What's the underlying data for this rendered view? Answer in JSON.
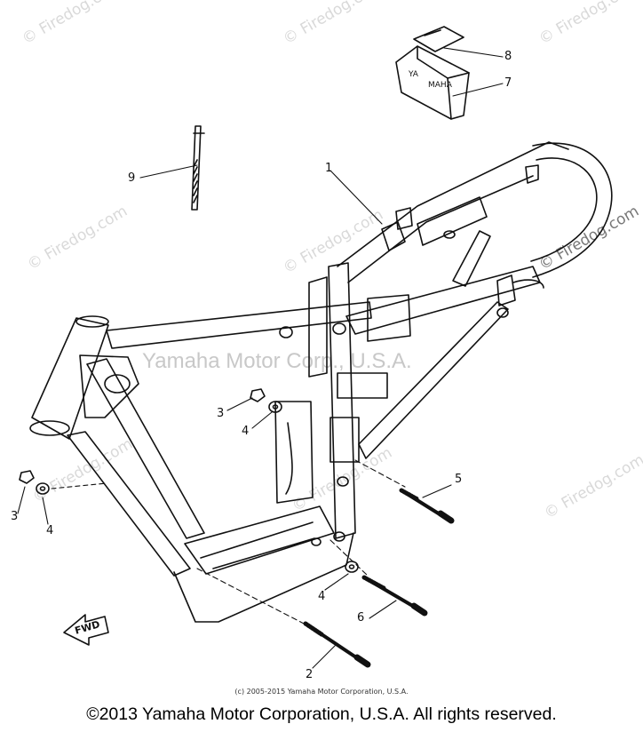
{
  "watermark_text": "© Firedog.com",
  "center_watermark": "Yamaha Motor Corp., U.S.A.",
  "callouts": [
    {
      "id": "part-1",
      "label": "1"
    },
    {
      "id": "part-2",
      "label": "2"
    },
    {
      "id": "part-3a",
      "label": "3"
    },
    {
      "id": "part-3b",
      "label": "3"
    },
    {
      "id": "part-4a",
      "label": "4"
    },
    {
      "id": "part-4b",
      "label": "4"
    },
    {
      "id": "part-4c",
      "label": "4"
    },
    {
      "id": "part-5",
      "label": "5"
    },
    {
      "id": "part-6",
      "label": "6"
    },
    {
      "id": "part-7",
      "label": "7"
    },
    {
      "id": "part-8",
      "label": "8"
    },
    {
      "id": "part-9",
      "label": "9"
    }
  ],
  "fwd_arrow_label": "FWD",
  "toolbox_logo_text": "YAMAHA",
  "small_copyright": "(c) 2005-2015 Yamaha Motor Corporation, U.S.A.",
  "footer_copyright": "©2013 Yamaha Motor Corporation, U.S.A. All rights reserved."
}
